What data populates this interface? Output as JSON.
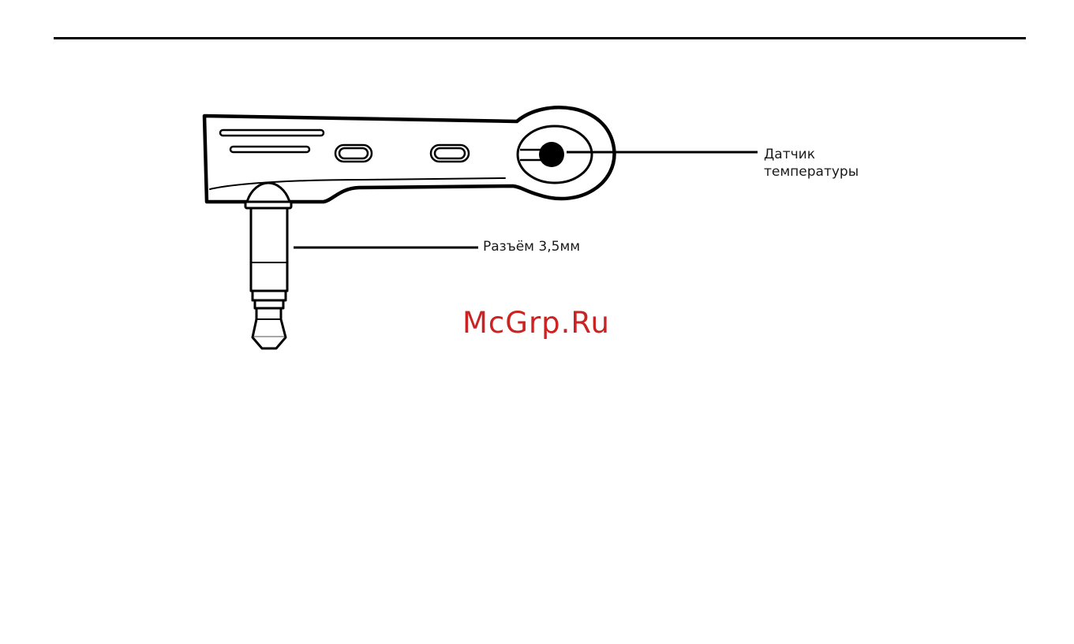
{
  "labels": {
    "sensor_line1": "Датчик",
    "sensor_line2": "температуры",
    "jack": "Разъём 3,5мм"
  },
  "watermark": {
    "text": "McGrp.Ru",
    "color": "#cc2222"
  },
  "colors": {
    "ink": "#000000",
    "paper": "#ffffff"
  }
}
